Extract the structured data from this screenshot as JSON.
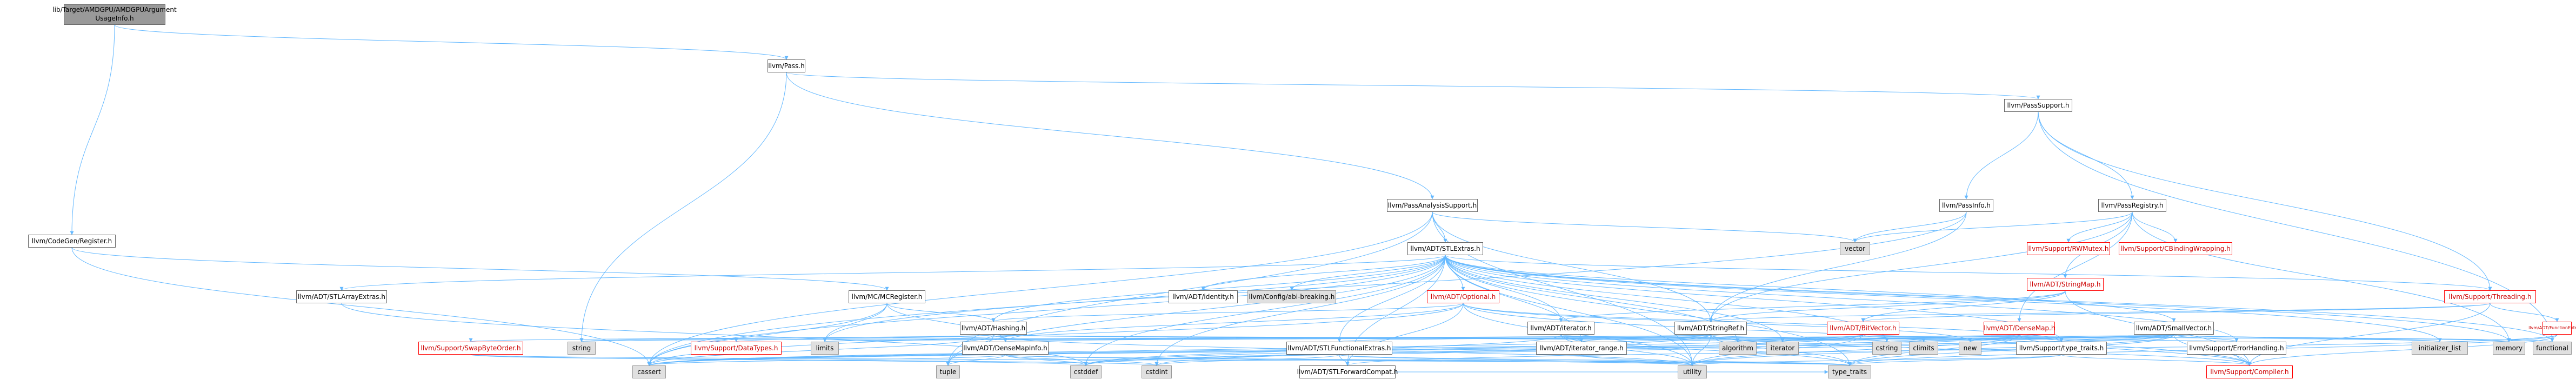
{
  "colors": {
    "edge": "#63b8ff",
    "node_border": "#666666",
    "external_fill": "#e0e0e0",
    "root_fill": "#999999",
    "incomplete_border": "#ff0000"
  },
  "nodes": [
    {
      "id": "root",
      "label": "lib/Target/AMDGPU/AMDGPUArgument\nUsageInfo.h",
      "kind": "root"
    },
    {
      "id": "pass",
      "label": "llvm/Pass.h",
      "kind": "normal"
    },
    {
      "id": "codegenreg",
      "label": "llvm/CodeGen/Register.h",
      "kind": "normal"
    },
    {
      "id": "passsupport",
      "label": "llvm/PassSupport.h",
      "kind": "normal"
    },
    {
      "id": "passanalysis",
      "label": "llvm/PassAnalysisSupport.h",
      "kind": "normal"
    },
    {
      "id": "passinfo",
      "label": "llvm/PassInfo.h",
      "kind": "normal"
    },
    {
      "id": "passregistry",
      "label": "llvm/PassRegistry.h",
      "kind": "normal"
    },
    {
      "id": "stlextras",
      "label": "llvm/ADT/STLExtras.h",
      "kind": "normal"
    },
    {
      "id": "mcregister",
      "label": "llvm/MC/MCRegister.h",
      "kind": "normal"
    },
    {
      "id": "stlarrayextras",
      "label": "llvm/ADT/STLArrayExtras.h",
      "kind": "normal"
    },
    {
      "id": "identity",
      "label": "llvm/ADT/identity.h",
      "kind": "normal"
    },
    {
      "id": "configabi",
      "label": "llvm/Config/abi-breaking.h",
      "kind": "external"
    },
    {
      "id": "optional",
      "label": "llvm/ADT/Optional.h",
      "kind": "red"
    },
    {
      "id": "rwmutex",
      "label": "llvm/Support/RWMutex.h",
      "kind": "red"
    },
    {
      "id": "cbinding",
      "label": "llvm/Support/CBindingWrapping.h",
      "kind": "red"
    },
    {
      "id": "stringmap",
      "label": "llvm/ADT/StringMap.h",
      "kind": "red"
    },
    {
      "id": "threading",
      "label": "llvm/Support/Threading.h",
      "kind": "red"
    },
    {
      "id": "hashing",
      "label": "llvm/ADT/Hashing.h",
      "kind": "normal"
    },
    {
      "id": "iterator",
      "label": "llvm/ADT/iterator.h",
      "kind": "normal"
    },
    {
      "id": "stringref",
      "label": "llvm/ADT/StringRef.h",
      "kind": "normal"
    },
    {
      "id": "bitvector",
      "label": "llvm/ADT/BitVector.h",
      "kind": "red"
    },
    {
      "id": "densemap",
      "label": "llvm/ADT/DenseMap.h",
      "kind": "red"
    },
    {
      "id": "smallvector",
      "label": "llvm/ADT/SmallVector.h",
      "kind": "normal"
    },
    {
      "id": "functionextras",
      "label": "llvm/ADT/FunctionExtras.h",
      "kind": "red"
    },
    {
      "id": "swapbyteorder",
      "label": "llvm/Support/SwapByteOrder.h",
      "kind": "red"
    },
    {
      "id": "datatypes",
      "label": "llvm/Support/DataTypes.h",
      "kind": "red"
    },
    {
      "id": "densemapinfo",
      "label": "llvm/ADT/DenseMapInfo.h",
      "kind": "normal"
    },
    {
      "id": "stlfunctionalextras",
      "label": "llvm/ADT/STLFunctionalExtras.h",
      "kind": "normal"
    },
    {
      "id": "iteratorrange",
      "label": "llvm/ADT/iterator_range.h",
      "kind": "normal"
    },
    {
      "id": "typetraits",
      "label": "llvm/Support/type_traits.h",
      "kind": "normal"
    },
    {
      "id": "errorhandling",
      "label": "llvm/Support/ErrorHandling.h",
      "kind": "normal"
    },
    {
      "id": "compiler",
      "label": "llvm/Support/Compiler.h",
      "kind": "red"
    },
    {
      "id": "stlforwardcompat",
      "label": "llvm/ADT/STLForwardCompat.h",
      "kind": "normal"
    },
    {
      "id": "vector",
      "label": "vector",
      "kind": "external"
    },
    {
      "id": "functional",
      "label": "functional",
      "kind": "external"
    },
    {
      "id": "memory",
      "label": "memory",
      "kind": "external"
    },
    {
      "id": "string",
      "label": "string",
      "kind": "external"
    },
    {
      "id": "limits",
      "label": "limits",
      "kind": "external"
    },
    {
      "id": "algorithm",
      "label": "algorithm",
      "kind": "external"
    },
    {
      "id": "iterator_std",
      "label": "iterator",
      "kind": "external"
    },
    {
      "id": "cstring",
      "label": "cstring",
      "kind": "external"
    },
    {
      "id": "climits",
      "label": "climits",
      "kind": "external"
    },
    {
      "id": "new",
      "label": "new",
      "kind": "external"
    },
    {
      "id": "initializer_list",
      "label": "initializer_list",
      "kind": "external"
    },
    {
      "id": "tuple",
      "label": "tuple",
      "kind": "external"
    },
    {
      "id": "cassert",
      "label": "cassert",
      "kind": "external"
    },
    {
      "id": "cstddef",
      "label": "cstddef",
      "kind": "external"
    },
    {
      "id": "cstdint",
      "label": "cstdint",
      "kind": "external"
    },
    {
      "id": "utility",
      "label": "utility",
      "kind": "external"
    },
    {
      "id": "type_traits",
      "label": "type_traits",
      "kind": "external"
    }
  ],
  "edges": [
    [
      "root",
      "pass"
    ],
    [
      "root",
      "codegenreg"
    ],
    [
      "pass",
      "passanalysis"
    ],
    [
      "pass",
      "passsupport"
    ],
    [
      "pass",
      "string"
    ],
    [
      "codegenreg",
      "mcregister"
    ],
    [
      "codegenreg",
      "cassert"
    ],
    [
      "passsupport",
      "passinfo"
    ],
    [
      "passsupport",
      "passregistry"
    ],
    [
      "passsupport",
      "threading"
    ],
    [
      "passsupport",
      "functional"
    ],
    [
      "passanalysis",
      "stlextras"
    ],
    [
      "passanalysis",
      "vector"
    ],
    [
      "passanalysis",
      "cassert"
    ],
    [
      "passanalysis",
      "tuple"
    ],
    [
      "passanalysis",
      "utility"
    ],
    [
      "passanalysis",
      "stringref"
    ],
    [
      "passinfo",
      "stringref"
    ],
    [
      "passinfo",
      "vector"
    ],
    [
      "passinfo",
      "cassert"
    ],
    [
      "passregistry",
      "rwmutex"
    ],
    [
      "passregistry",
      "cbinding"
    ],
    [
      "passregistry",
      "stringmap"
    ],
    [
      "passregistry",
      "densemap"
    ],
    [
      "passregistry",
      "memory"
    ],
    [
      "passregistry",
      "vector"
    ],
    [
      "passregistry",
      "stringref"
    ],
    [
      "stlextras",
      "stlarrayextras"
    ],
    [
      "stlextras",
      "identity"
    ],
    [
      "stlextras",
      "configabi"
    ],
    [
      "stlextras",
      "optional"
    ],
    [
      "stlextras",
      "hashing"
    ],
    [
      "stlextras",
      "iterator"
    ],
    [
      "stlextras",
      "iteratorrange"
    ],
    [
      "stlextras",
      "stlforwardcompat"
    ],
    [
      "stlextras",
      "stlfunctionalextras"
    ],
    [
      "stlextras",
      "smallvector"
    ],
    [
      "stlextras",
      "errorhandling"
    ],
    [
      "stlextras",
      "typetraits"
    ],
    [
      "stlextras",
      "algorithm"
    ],
    [
      "stlextras",
      "cassert"
    ],
    [
      "stlextras",
      "cstddef"
    ],
    [
      "stlextras",
      "cstdint"
    ],
    [
      "stlextras",
      "cstring"
    ],
    [
      "stlextras",
      "functional"
    ],
    [
      "stlextras",
      "initializer_list"
    ],
    [
      "stlextras",
      "iterator_std"
    ],
    [
      "stlextras",
      "limits"
    ],
    [
      "stlextras",
      "memory"
    ],
    [
      "stlextras",
      "tuple"
    ],
    [
      "stlextras",
      "type_traits"
    ],
    [
      "stlextras",
      "utility"
    ],
    [
      "stlextras",
      "threading"
    ],
    [
      "mcregister",
      "hashing"
    ],
    [
      "mcregister",
      "densemapinfo"
    ],
    [
      "mcregister",
      "cassert"
    ],
    [
      "mcregister",
      "limits"
    ],
    [
      "stlarrayextras",
      "cstddef"
    ],
    [
      "optional",
      "hashing"
    ],
    [
      "optional",
      "densemapinfo"
    ],
    [
      "optional",
      "stlforwardcompat"
    ],
    [
      "optional",
      "compiler"
    ],
    [
      "optional",
      "typetraits"
    ],
    [
      "optional",
      "cassert"
    ],
    [
      "optional",
      "new"
    ],
    [
      "optional",
      "utility"
    ],
    [
      "stringmap",
      "stringref"
    ],
    [
      "stringmap",
      "iterator"
    ],
    [
      "stringmap",
      "bitvector"
    ],
    [
      "stringmap",
      "compiler"
    ],
    [
      "threading",
      "functionextras"
    ],
    [
      "threading",
      "bitvector"
    ],
    [
      "threading",
      "stringref"
    ],
    [
      "threading",
      "compiler"
    ],
    [
      "threading",
      "ciso"
    ],
    [
      "hashing",
      "swapbyteorder"
    ],
    [
      "hashing",
      "datatypes"
    ],
    [
      "hashing",
      "errorhandling"
    ],
    [
      "hashing",
      "algorithm"
    ],
    [
      "hashing",
      "cassert"
    ],
    [
      "hashing",
      "cstring"
    ],
    [
      "hashing",
      "string"
    ],
    [
      "hashing",
      "tuple"
    ],
    [
      "hashing",
      "utility"
    ],
    [
      "iterator",
      "iteratorrange"
    ],
    [
      "iterator",
      "cstddef"
    ],
    [
      "iterator",
      "iterator_std"
    ],
    [
      "iterator",
      "type_traits"
    ],
    [
      "iterator",
      "utility"
    ],
    [
      "stringref",
      "stlfunctionalextras"
    ],
    [
      "stringref",
      "iteratorrange"
    ],
    [
      "stringref",
      "compiler"
    ],
    [
      "stringref",
      "algorithm"
    ],
    [
      "stringref",
      "cassert"
    ],
    [
      "stringref",
      "cstddef"
    ],
    [
      "stringref",
      "cstring"
    ],
    [
      "stringref",
      "limits"
    ],
    [
      "stringref",
      "string"
    ],
    [
      "stringref",
      "type_traits"
    ],
    [
      "stringref",
      "utility"
    ],
    [
      "bitvector",
      "iterator_std"
    ],
    [
      "bitvector",
      "algorithm"
    ],
    [
      "bitvector",
      "cassert"
    ],
    [
      "bitvector",
      "climits"
    ],
    [
      "bitvector",
      "cstdint"
    ],
    [
      "bitvector",
      "cstdlib_none"
    ],
    [
      "bitvector",
      "utility"
    ],
    [
      "densemap",
      "densemapinfo"
    ],
    [
      "densemap",
      "algorithm"
    ],
    [
      "densemap",
      "cassert"
    ],
    [
      "densemap",
      "cstddef"
    ],
    [
      "densemap",
      "initializer_list"
    ],
    [
      "densemap",
      "iterator_std"
    ],
    [
      "densemap",
      "new"
    ],
    [
      "densemap",
      "type_traits"
    ],
    [
      "densemap",
      "utility"
    ],
    [
      "densemap",
      "typetraits"
    ],
    [
      "densemap",
      "compiler"
    ],
    [
      "smallvector",
      "compiler"
    ],
    [
      "smallvector",
      "typetraits"
    ],
    [
      "smallvector",
      "algorithm"
    ],
    [
      "smallvector",
      "cassert"
    ],
    [
      "smallvector",
      "cstddef"
    ],
    [
      "smallvector",
      "cstring"
    ],
    [
      "smallvector",
      "functional"
    ],
    [
      "smallvector",
      "initializer_list"
    ],
    [
      "smallvector",
      "iterator_std"
    ],
    [
      "smallvector",
      "limits"
    ],
    [
      "smallvector",
      "memory"
    ],
    [
      "smallvector",
      "new"
    ],
    [
      "smallvector",
      "type_traits"
    ],
    [
      "smallvector",
      "utility"
    ],
    [
      "smallvector",
      "errorhandling"
    ],
    [
      "smallvector",
      "climits"
    ],
    [
      "functionextras",
      "stlforwardcompat"
    ],
    [
      "functionextras",
      "memory"
    ],
    [
      "functionextras",
      "type_traits"
    ],
    [
      "functionextras",
      "compiler"
    ],
    [
      "swapbyteorder",
      "cstdint"
    ],
    [
      "swapbyteorder",
      "type_traits"
    ],
    [
      "swapbyteorder",
      "cstddef"
    ],
    [
      "densemapinfo",
      "cassert"
    ],
    [
      "densemapinfo",
      "cstddef"
    ],
    [
      "densemapinfo",
      "cstdint"
    ],
    [
      "densemapinfo",
      "tuple"
    ],
    [
      "densemapinfo",
      "type_traits"
    ],
    [
      "densemapinfo",
      "utility"
    ],
    [
      "stlfunctionalextras",
      "stlforwardcompat"
    ],
    [
      "stlfunctionalextras",
      "cstdint"
    ],
    [
      "stlfunctionalextras",
      "type_traits"
    ],
    [
      "stlfunctionalextras",
      "utility"
    ],
    [
      "iteratorrange",
      "utility"
    ],
    [
      "typetraits",
      "type_traits"
    ],
    [
      "typetraits",
      "utility"
    ],
    [
      "typetraits",
      "compiler"
    ],
    [
      "errorhandling",
      "compiler"
    ],
    [
      "stlforwardcompat",
      "type_traits"
    ]
  ]
}
